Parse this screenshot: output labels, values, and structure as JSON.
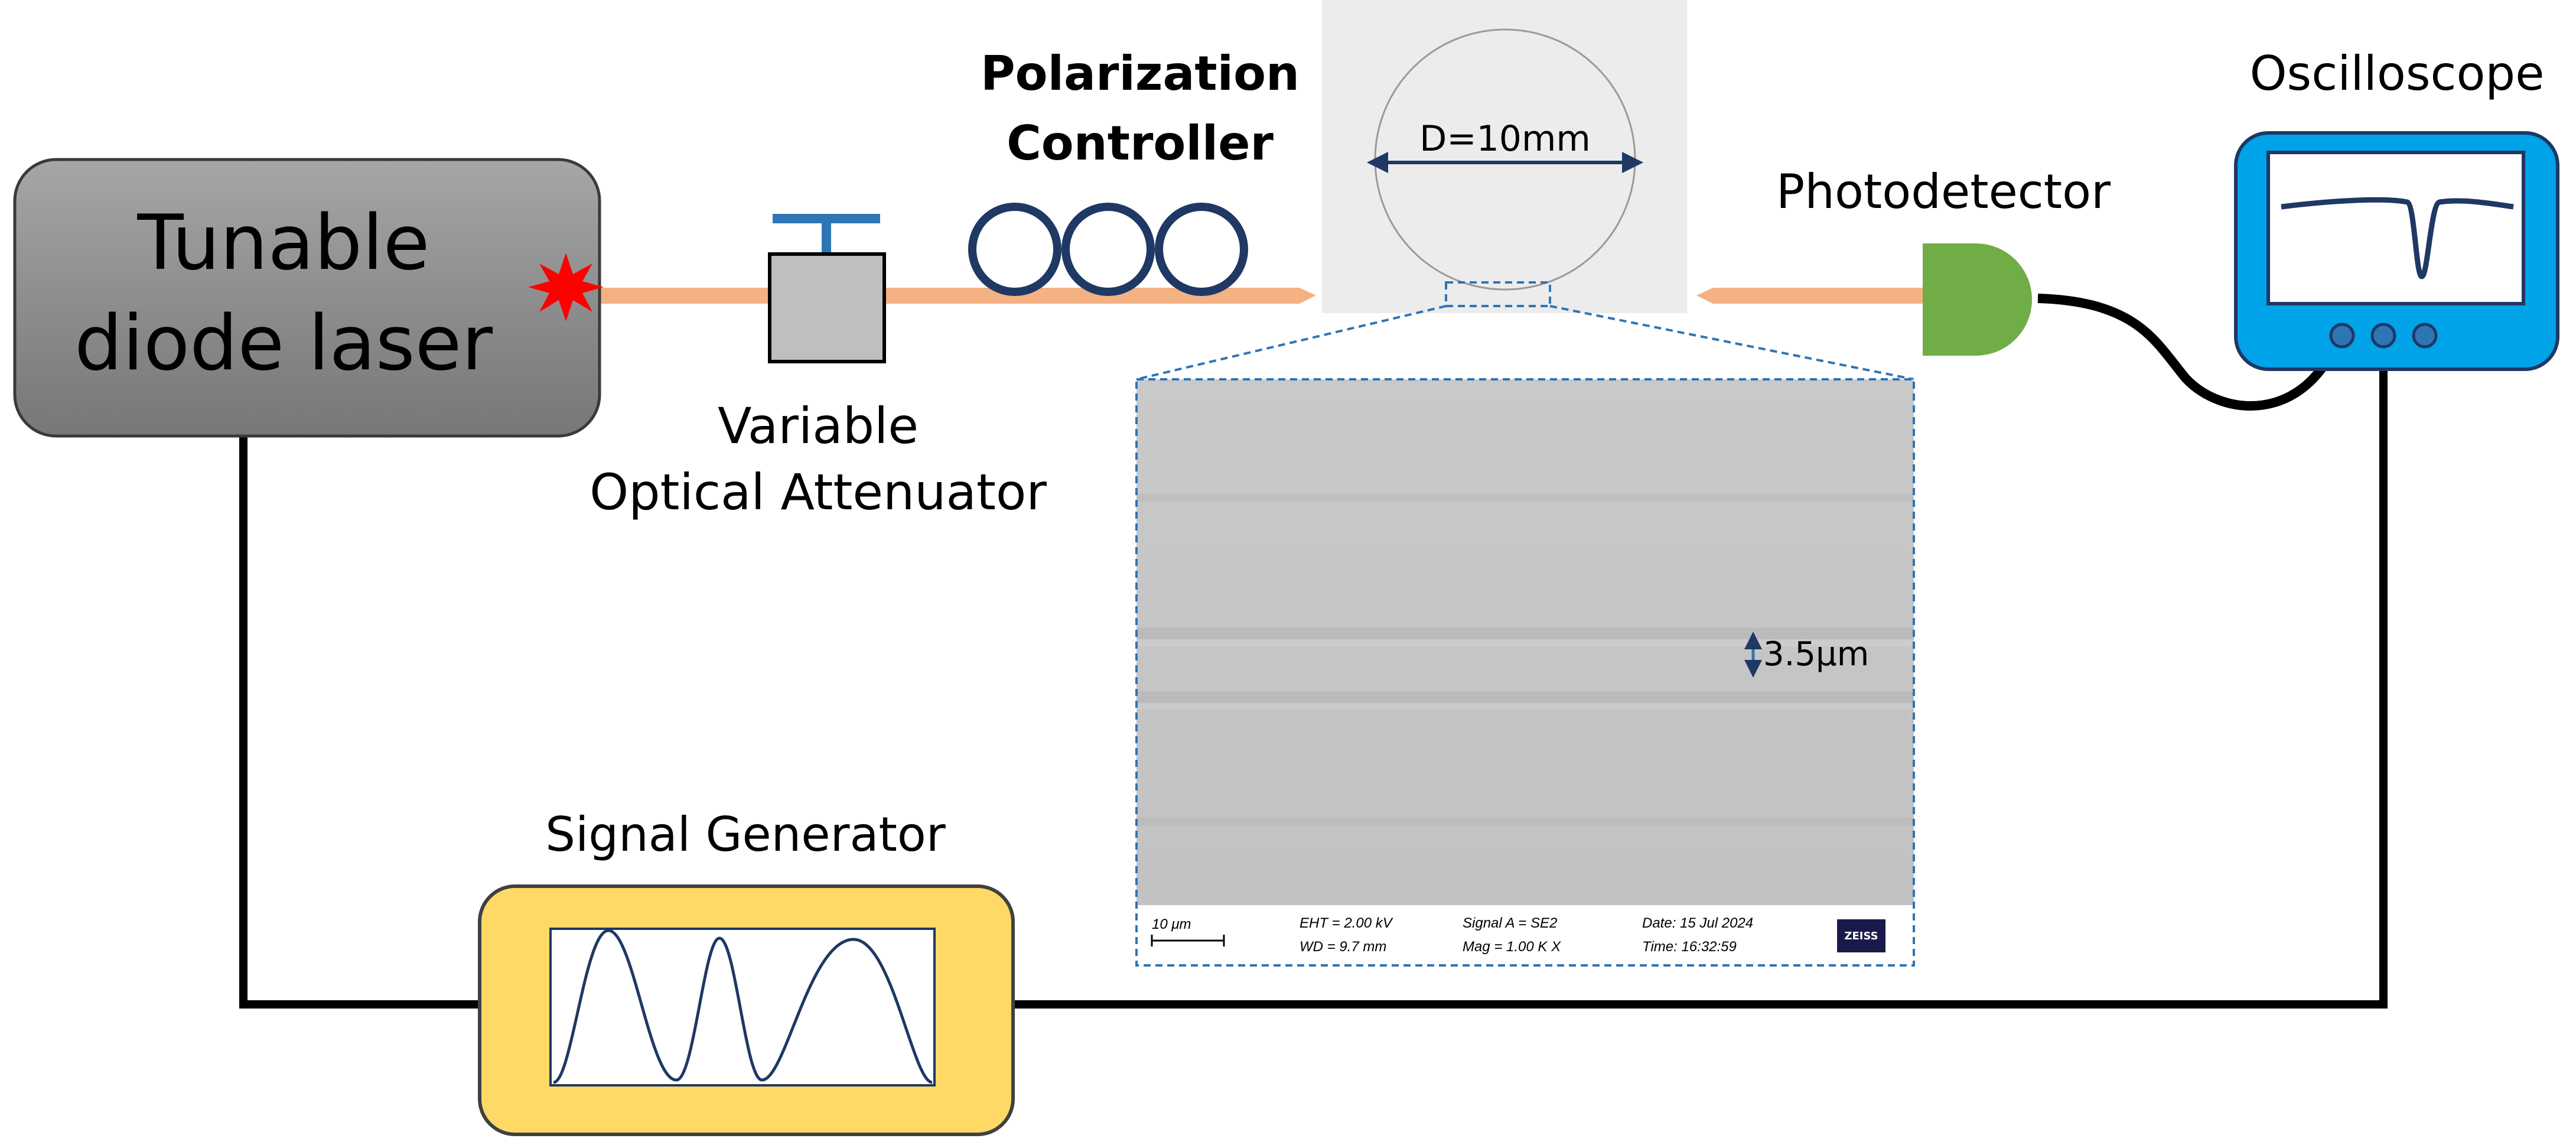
{
  "laser": {
    "line1": "Tunable",
    "line2": "diode laser"
  },
  "attenuator": {
    "line1": "Variable",
    "line2": "Optical Attenuator"
  },
  "polarization": {
    "line1": "Polarization",
    "line2": "Controller"
  },
  "resonator": {
    "diameter_label": "D=10mm"
  },
  "photodetector": {
    "label": "Photodetector"
  },
  "oscilloscope": {
    "label": "Oscilloscope"
  },
  "signal_generator": {
    "label": "Signal Generator"
  },
  "sem": {
    "scale_measure": "3.5μm",
    "scalebar": "10 μm",
    "eht": "EHT =  2.00 kV",
    "wd": "WD =  9.7 mm",
    "signal": "Signal A = SE2",
    "mag": "Mag =   1.00 K X",
    "date": "Date: 15 Jul 2024",
    "time": "Time: 16:32:59",
    "logo": "ZEISS"
  },
  "colors": {
    "fiber": "#f4b183",
    "laser_box": "#8c8c8c",
    "laser_spark": "#ff0000",
    "attenuator": "#bfbfbf",
    "attenuator_handle": "#2e75b6",
    "coil": "#1f3864",
    "photodetector": "#70ad47",
    "oscilloscope": "#00a2e8",
    "signal_generator": "#ffd966",
    "wire": "#000000",
    "zoom_dash": "#2e75b6"
  }
}
